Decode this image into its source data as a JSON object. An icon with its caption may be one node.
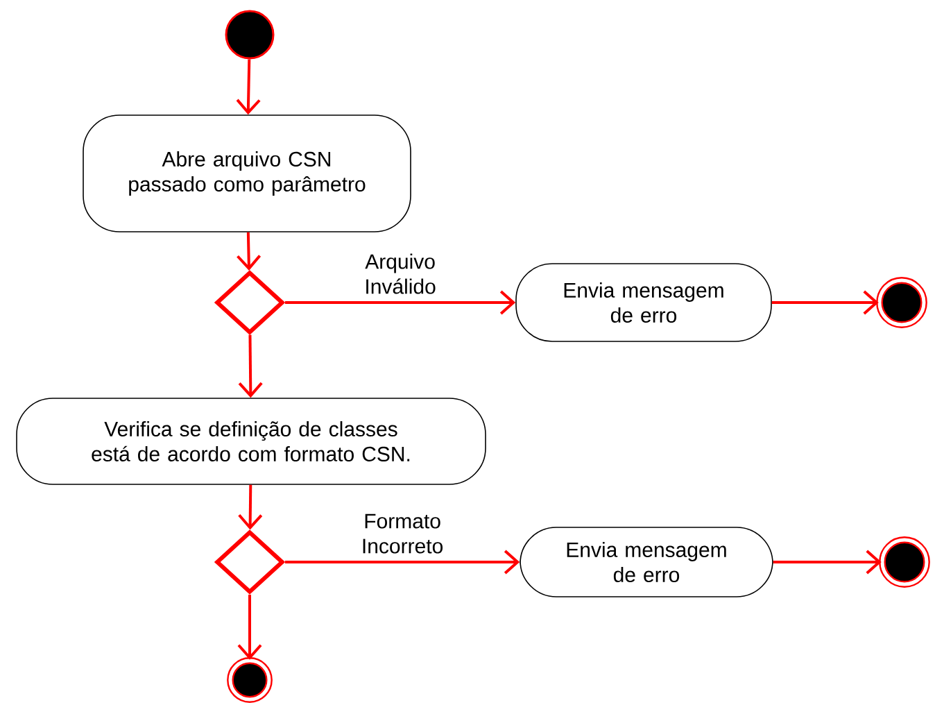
{
  "diagram": {
    "nodes": [
      {
        "text": [],
        "shape": "circle"
      },
      {
        "text": [
          "Abre arquivo CSN passado como parâmetro"
        ]
      },
      {
        "text": [],
        "shape": "diamond"
      },
      {
        "text": [
          "Envia mensagem de erro"
        ]
      },
      {
        "text": [],
        "shape": "bullseye"
      },
      {
        "text": [
          "Verifica se definição de classes está de acordo com formato CSN."
        ]
      },
      {
        "text": [],
        "shape": "diamond"
      },
      {
        "text": [
          "Envia mensagem de erro"
        ]
      },
      {
        "text": [],
        "shape": "bullseye"
      },
      {
        "text": [],
        "shape": "bullseye"
      }
    ],
    "edges": [
      {
        "from": 0,
        "to": 1,
        "arrow": "to"
      },
      {
        "from": 1,
        "to": 2,
        "arrow": "to"
      },
      {
        "from": 2,
        "to": 3,
        "arrow": "to",
        "label": "Arquivo Inválido"
      },
      {
        "from": 3,
        "to": 4,
        "arrow": "to"
      },
      {
        "from": 2,
        "to": 5,
        "arrow": "to"
      },
      {
        "from": 5,
        "to": 6,
        "arrow": "to"
      },
      {
        "from": 6,
        "to": 7,
        "arrow": "to",
        "label": "Formato Incorreto"
      },
      {
        "from": 7,
        "to": 8,
        "arrow": "to"
      },
      {
        "from": 6,
        "to": 9,
        "arrow": "to"
      }
    ]
  }
}
